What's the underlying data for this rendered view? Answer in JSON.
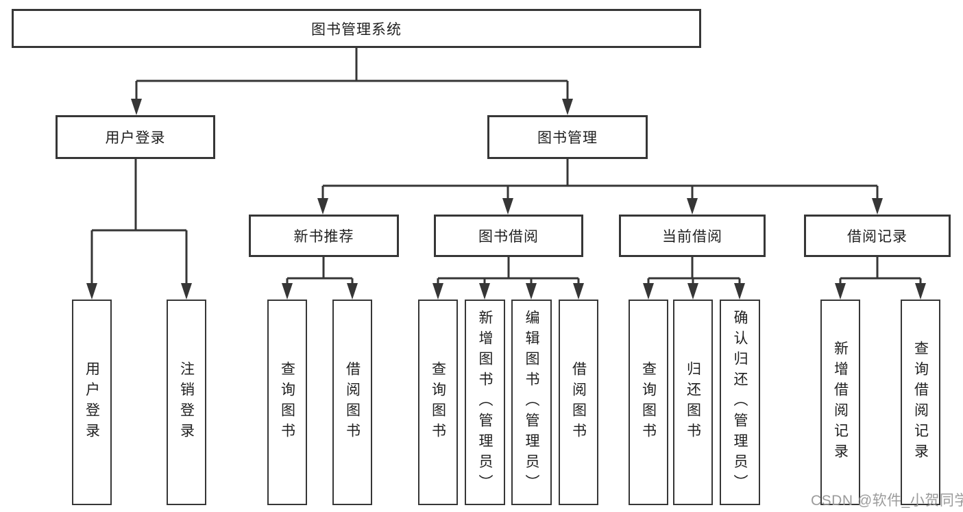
{
  "diagram": {
    "root": {
      "label": "图书管理系统"
    },
    "level2": [
      {
        "id": "user-login",
        "label": "用户登录"
      },
      {
        "id": "book-management",
        "label": "图书管理"
      }
    ],
    "level3": [
      {
        "id": "new-book-recommend",
        "label": "新书推荐"
      },
      {
        "id": "book-borrowing",
        "label": "图书借阅"
      },
      {
        "id": "current-borrowing",
        "label": "当前借阅"
      },
      {
        "id": "borrowing-records",
        "label": "借阅记录"
      }
    ],
    "leaves": [
      {
        "label": "用户登录"
      },
      {
        "label": "注销登录"
      },
      {
        "label": "查询图书"
      },
      {
        "label": "借阅图书"
      },
      {
        "label": "查询图书"
      },
      {
        "label": "新增图书（管理员）"
      },
      {
        "label": "编辑图书（管理员）"
      },
      {
        "label": "借阅图书"
      },
      {
        "label": "查询图书"
      },
      {
        "label": "归还图书"
      },
      {
        "label": "确认归还（管理员）"
      },
      {
        "label": "新增借阅记录"
      },
      {
        "label": "查询借阅记录"
      }
    ]
  },
  "watermark": {
    "text": "CSDN @软件_小贺同学"
  },
  "colors": {
    "line": "#363636",
    "text": "#1f1f1f",
    "watermark": "#9b9b9b",
    "background": "#ffffff"
  }
}
